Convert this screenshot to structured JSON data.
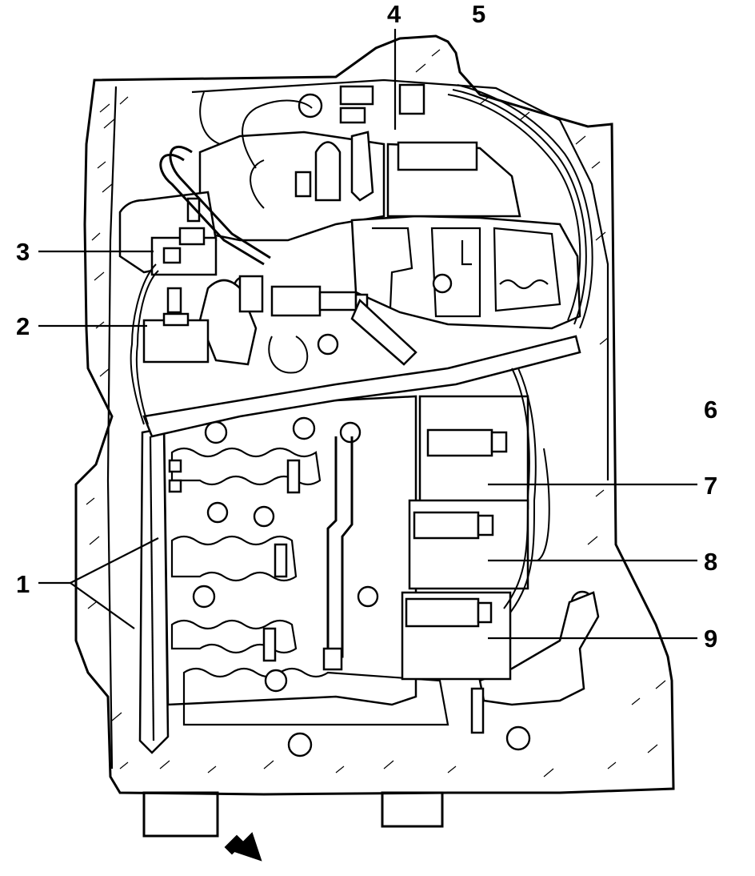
{
  "diagram": {
    "callouts": [
      {
        "id": "1",
        "label": "1"
      },
      {
        "id": "2",
        "label": "2"
      },
      {
        "id": "3",
        "label": "3"
      },
      {
        "id": "4",
        "label": "4"
      },
      {
        "id": "5",
        "label": "5"
      },
      {
        "id": "6",
        "label": "6"
      },
      {
        "id": "7",
        "label": "7"
      },
      {
        "id": "8",
        "label": "8"
      },
      {
        "id": "9",
        "label": "9"
      }
    ],
    "arrow_icon": "view-direction-arrow-icon",
    "line_color": "#000000",
    "background_color": "#ffffff"
  }
}
